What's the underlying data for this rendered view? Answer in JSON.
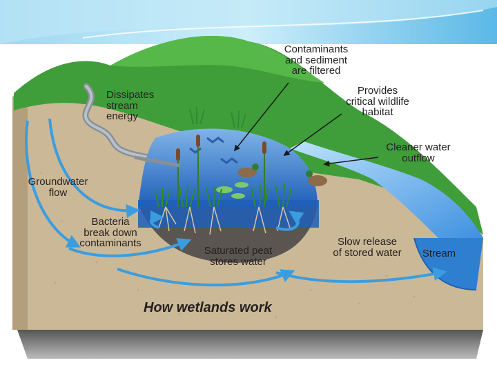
{
  "diagram": {
    "title": "How wetlands work",
    "labels": {
      "contaminants": "Contaminants\nand sediment\nare filtered",
      "habitat": "Provides\ncritical wildlife\nhabitat",
      "dissipates": "Dissipates\nstream\nenergy",
      "cleaner": "Cleaner water\noutflow",
      "groundwater": "Groundwater\nflow",
      "bacteria": "Bacteria\nbreak down\ncontaminants",
      "peat": "Saturated peat\nstores water",
      "slow_release": "Slow release\nof stored water",
      "stream": "Stream"
    }
  },
  "colors": {
    "header_band": "#7ec8ea",
    "soil": "#cbb896",
    "grass": "#3f9e3a",
    "water": "#2f7fd0",
    "arrow": "#3a9de0"
  }
}
